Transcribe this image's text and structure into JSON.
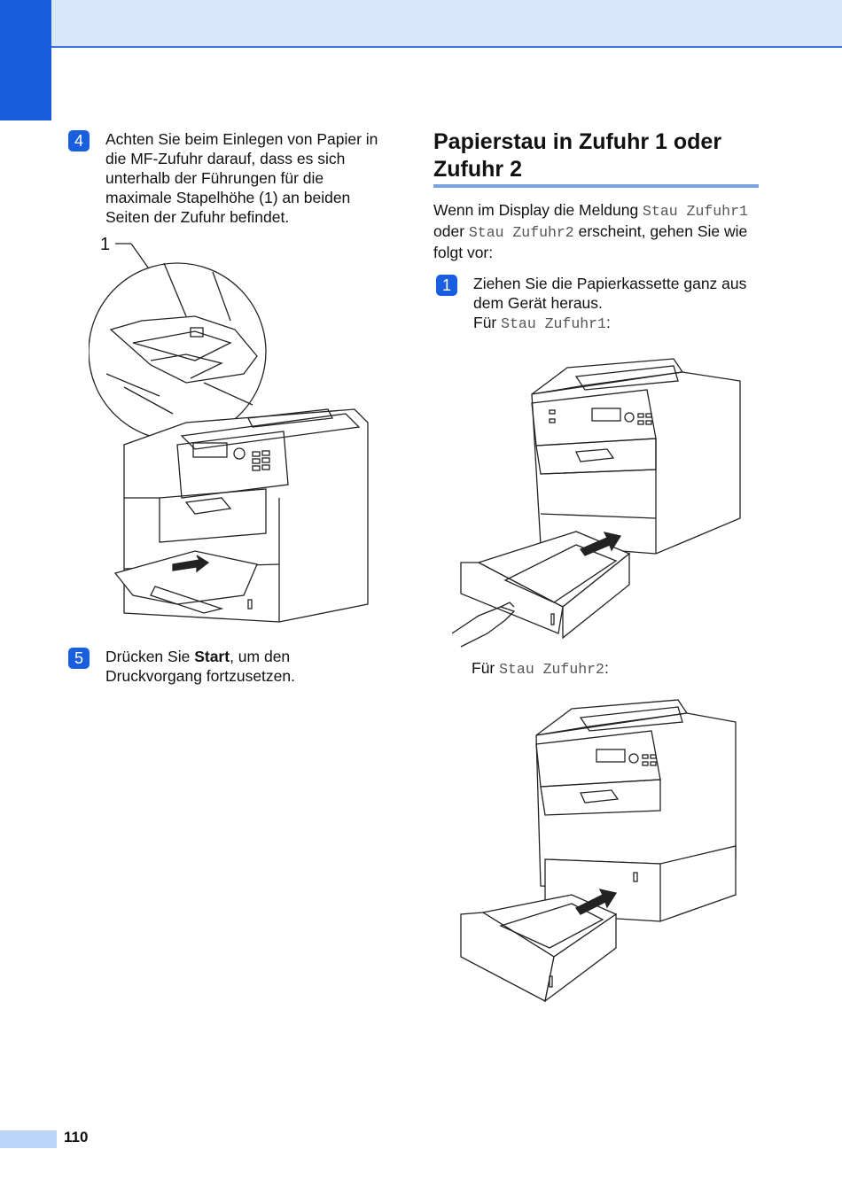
{
  "page": {
    "number": "110"
  },
  "left": {
    "step4": {
      "badge": "4",
      "text": "Achten Sie beim Einlegen von Papier in die MF-Zufuhr darauf, dass es sich unterhalb der Führungen für die maximale Stapelhöhe (1) an beiden Seiten der Zufuhr befindet."
    },
    "callout_label": "1",
    "step5": {
      "badge": "5",
      "text_before": "Drücken Sie ",
      "text_bold": "Start",
      "text_after": ", um den Druckvorgang fortzusetzen."
    }
  },
  "right": {
    "heading": "Papierstau in Zufuhr 1 oder Zufuhr 2",
    "intro": {
      "p1": "Wenn im Display die Meldung ",
      "msg1": "Stau Zufuhr1",
      "p2": " oder ",
      "msg2": "Stau Zufuhr2",
      "p3": " erscheint, gehen Sie wie folgt vor:"
    },
    "step1": {
      "badge": "1",
      "text": "Ziehen Sie die Papierkassette ganz aus dem Gerät heraus.",
      "for1_label": "Für ",
      "for1_code": "Stau Zufuhr1",
      "colon": ":"
    },
    "for2": {
      "label": "Für ",
      "code": "Stau Zufuhr2",
      "colon": ":"
    }
  },
  "colors": {
    "accent": "#1a5ee0",
    "header_band": "#d9e6fb",
    "rule": "#7aa3e4"
  }
}
